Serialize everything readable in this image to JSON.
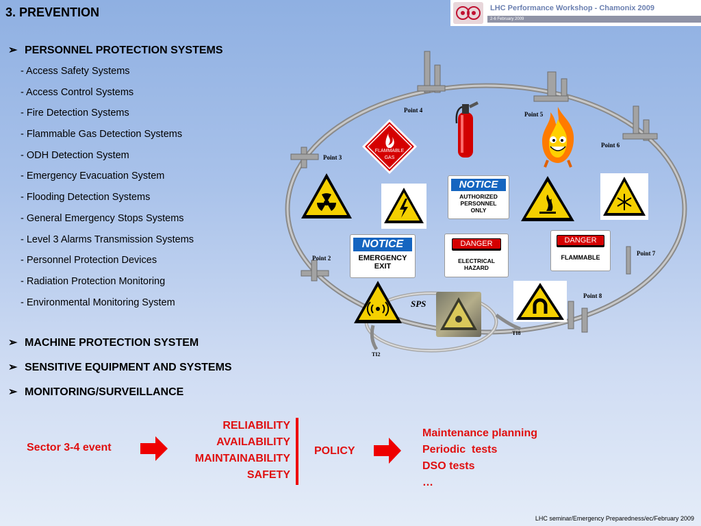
{
  "title": "3. PREVENTION",
  "banner": {
    "title": "LHC Performance Workshop - Chamonix 2009",
    "date": "2-6 February 2009"
  },
  "sections": {
    "personnel": {
      "label": "PERSONNEL PROTECTION SYSTEMS",
      "items": [
        "- Access Safety Systems",
        "- Access Control Systems",
        "- Fire Detection Systems",
        "- Flammable Gas Detection Systems",
        "- ODH Detection System",
        "- Emergency Evacuation System",
        "- Flooding Detection Systems",
        "- General Emergency Stops Systems",
        "- Level 3 Alarms Transmission Systems",
        "- Personnel Protection Devices",
        "- Radiation Protection Monitoring",
        "- Environmental Monitoring System"
      ]
    },
    "machine": "MACHINE PROTECTION SYSTEM",
    "sensitive": "SENSITIVE EQUIPMENT AND SYSTEMS",
    "monitoring": "MONITORING/SURVEILLANCE"
  },
  "map": {
    "points": [
      "Point 2",
      "Point 3",
      "Point 4",
      "Point 5",
      "Point 6",
      "Point 7",
      "Point 8"
    ],
    "sps": "SPS",
    "ti2": "TI2",
    "ti8": "TI8"
  },
  "signs": {
    "flammable_gas": "FLAMMABLE\nGAS",
    "notice1_head": "NOTICE",
    "notice1_body": "AUTHORIZED\nPERSONNEL\nONLY",
    "notice2_head": "NOTICE",
    "notice2_body": "EMERGENCY\nEXIT",
    "danger1_head": "DANGER",
    "danger1_body": "ELECTRICAL\nHAZARD",
    "danger2_head": "DANGER",
    "danger2_body": "FLAMMABLE"
  },
  "flow": {
    "event": "Sector 3-4 event",
    "rams": [
      "RELIABILITY",
      "AVAILABILITY",
      "MAINTAINABILITY",
      "SAFETY"
    ],
    "policy": "POLICY",
    "outcomes": [
      "Maintenance planning",
      "Periodic  tests",
      "DSO tests",
      "…"
    ]
  },
  "footer": "LHC seminar/Emergency Preparedness/ec/February 2009",
  "colors": {
    "accent_red": "#e01010",
    "warning_yellow": "#f5d000",
    "notice_blue": "#1565c0",
    "danger_red": "#d50000"
  }
}
